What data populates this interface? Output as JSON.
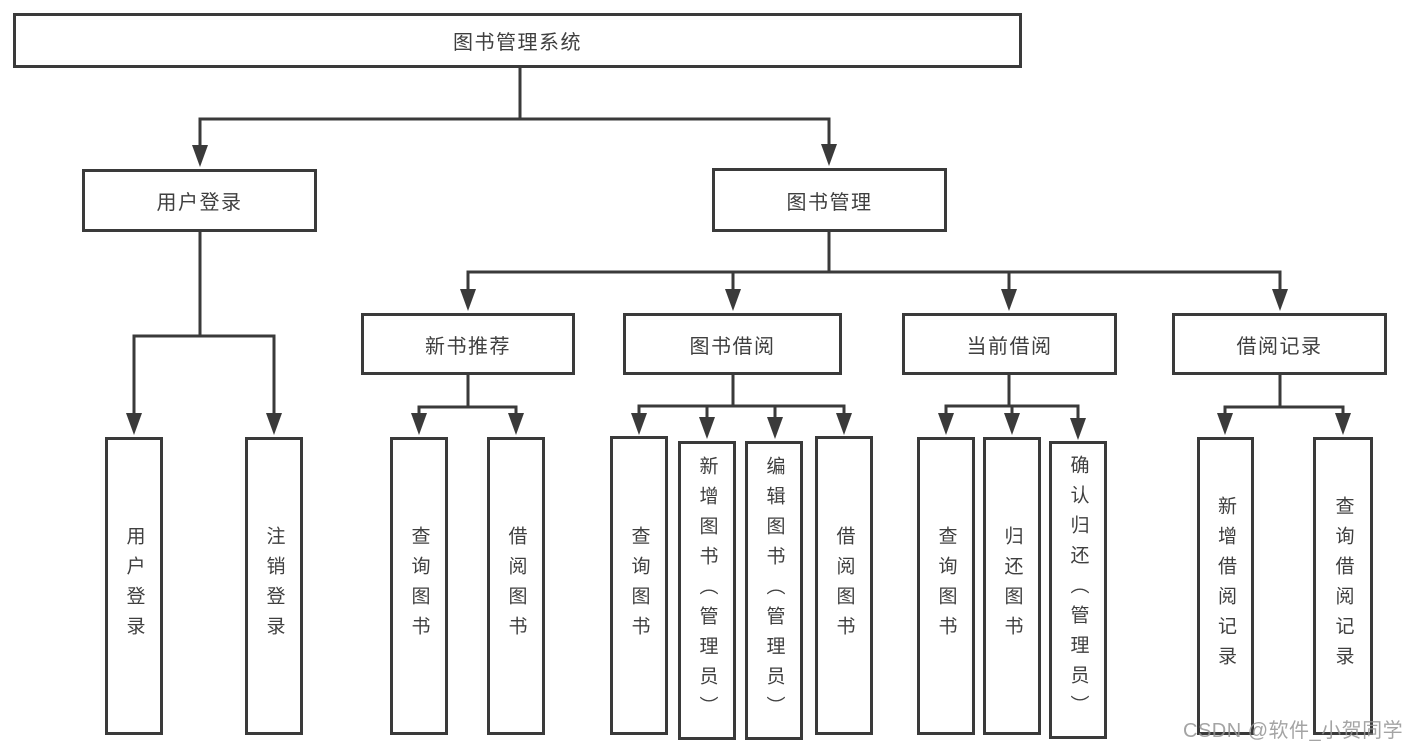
{
  "tree": {
    "root": "图书管理系统",
    "branches": [
      {
        "label": "用户登录",
        "children": [
          "用户登录",
          "注销登录"
        ]
      },
      {
        "label": "图书管理",
        "groups": [
          {
            "label": "新书推荐",
            "children": [
              "查询图书",
              "借阅图书"
            ]
          },
          {
            "label": "图书借阅",
            "children": [
              "查询图书",
              "新增图书（管理员）",
              "编辑图书（管理员）",
              "借阅图书"
            ]
          },
          {
            "label": "当前借阅",
            "children": [
              "查询图书",
              "归还图书",
              "确认归还（管理员）"
            ]
          },
          {
            "label": "借阅记录",
            "children": [
              "新增借阅记录",
              "查询借阅记录"
            ]
          }
        ]
      }
    ]
  },
  "watermark": {
    "text": "CSDN @软件_小贺同学"
  },
  "colors": {
    "line": "#3a3a3a",
    "box_border": "#3a3a3a",
    "box_fill": "#ffffff",
    "text": "#3f3f3f",
    "watermark": "#949494",
    "background": "#ffffff"
  }
}
